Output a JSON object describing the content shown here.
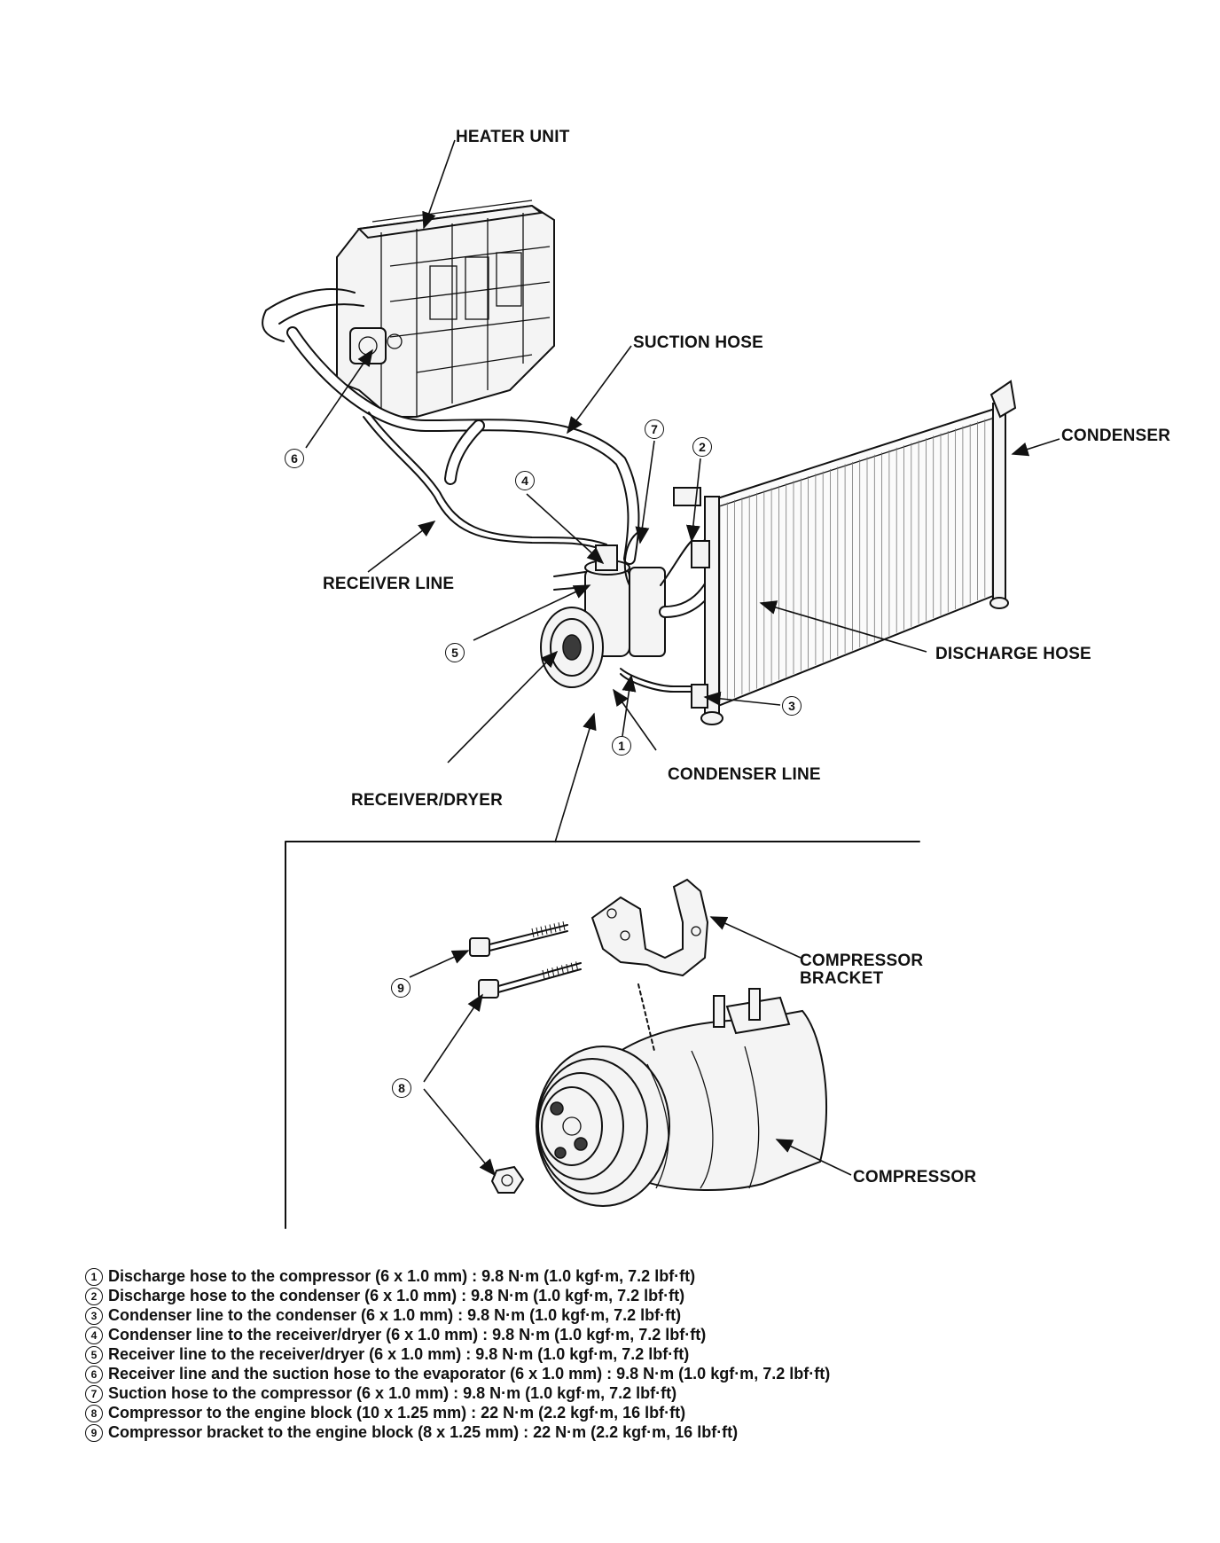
{
  "labels": {
    "heater_unit": "HEATER UNIT",
    "suction_hose": "SUCTION HOSE",
    "condenser": "CONDENSER",
    "receiver_line": "RECEIVER LINE",
    "discharge_hose": "DISCHARGE HOSE",
    "condenser_line": "CONDENSER LINE",
    "receiver_dryer": "RECEIVER/DRYER",
    "compressor_bracket_1": "COMPRESSOR",
    "compressor_bracket_2": "BRACKET",
    "compressor": "COMPRESSOR"
  },
  "callouts": {
    "c1": "1",
    "c2": "2",
    "c3": "3",
    "c4": "4",
    "c5": "5",
    "c6": "6",
    "c7": "7",
    "c8": "8",
    "c9": "9"
  },
  "legend": [
    {
      "num": "1",
      "text": "Discharge hose to the compressor (6 x 1.0 mm) : 9.8 N·m (1.0 kgf·m, 7.2 lbf·ft)"
    },
    {
      "num": "2",
      "text": "Discharge hose to the condenser (6 x 1.0 mm) : 9.8 N·m (1.0 kgf·m, 7.2 lbf·ft)"
    },
    {
      "num": "3",
      "text": "Condenser line to the condenser (6 x 1.0 mm) : 9.8 N·m (1.0 kgf·m, 7.2 lbf·ft)"
    },
    {
      "num": "4",
      "text": "Condenser line to the receiver/dryer (6 x 1.0 mm) : 9.8 N·m (1.0 kgf·m, 7.2 lbf·ft)"
    },
    {
      "num": "5",
      "text": "Receiver line to the receiver/dryer (6 x 1.0 mm) : 9.8 N·m (1.0 kgf·m, 7.2 lbf·ft)"
    },
    {
      "num": "6",
      "text": "Receiver line and the suction hose to the evaporator (6 x 1.0 mm) : 9.8 N·m (1.0 kgf·m, 7.2 lbf·ft)"
    },
    {
      "num": "7",
      "text": "Suction hose to the compressor (6 x 1.0 mm) : 9.8 N·m (1.0 kgf·m, 7.2 lbf·ft)"
    },
    {
      "num": "8",
      "text": "Compressor to the engine block (10 x 1.25 mm) : 22 N·m (2.2 kgf·m, 16 lbf·ft)"
    },
    {
      "num": "9",
      "text": "Compressor bracket to the engine block (8 x 1.25 mm) : 22 N·m (2.2 kgf·m, 16 lbf·ft)"
    }
  ]
}
